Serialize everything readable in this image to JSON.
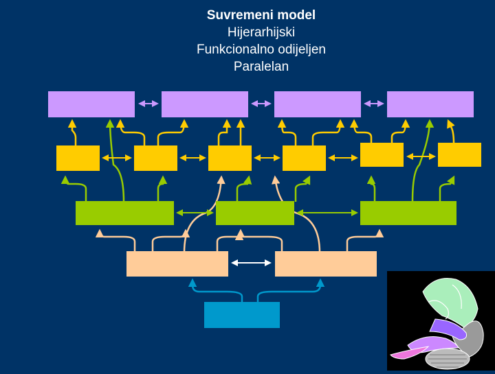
{
  "title": {
    "heading": "Suvremeni model",
    "lines": [
      "Hijerarhijski",
      "Funkcionalno odijeljen",
      "Paralelan"
    ]
  },
  "colors": {
    "background": "#003366",
    "top_level": "#cc99ff",
    "second_level": "#ffcc00",
    "third_level": "#99cc00",
    "fourth_level": "#ffcc99",
    "base": "#0099cc",
    "connector_purple": "#cc99ff",
    "connector_yellow": "#ffcc00",
    "connector_green": "#99cc00",
    "connector_peach": "#ffcc99",
    "connector_blue": "#0099cc",
    "lateral_arrow": "#ffffff"
  },
  "levels": [
    {
      "name": "top",
      "count": 4
    },
    {
      "name": "second",
      "count": 6
    },
    {
      "name": "third",
      "count": 3
    },
    {
      "name": "fourth",
      "count": 2
    },
    {
      "name": "base",
      "count": 1
    }
  ],
  "image": {
    "icon": "brain-section-illustration"
  }
}
